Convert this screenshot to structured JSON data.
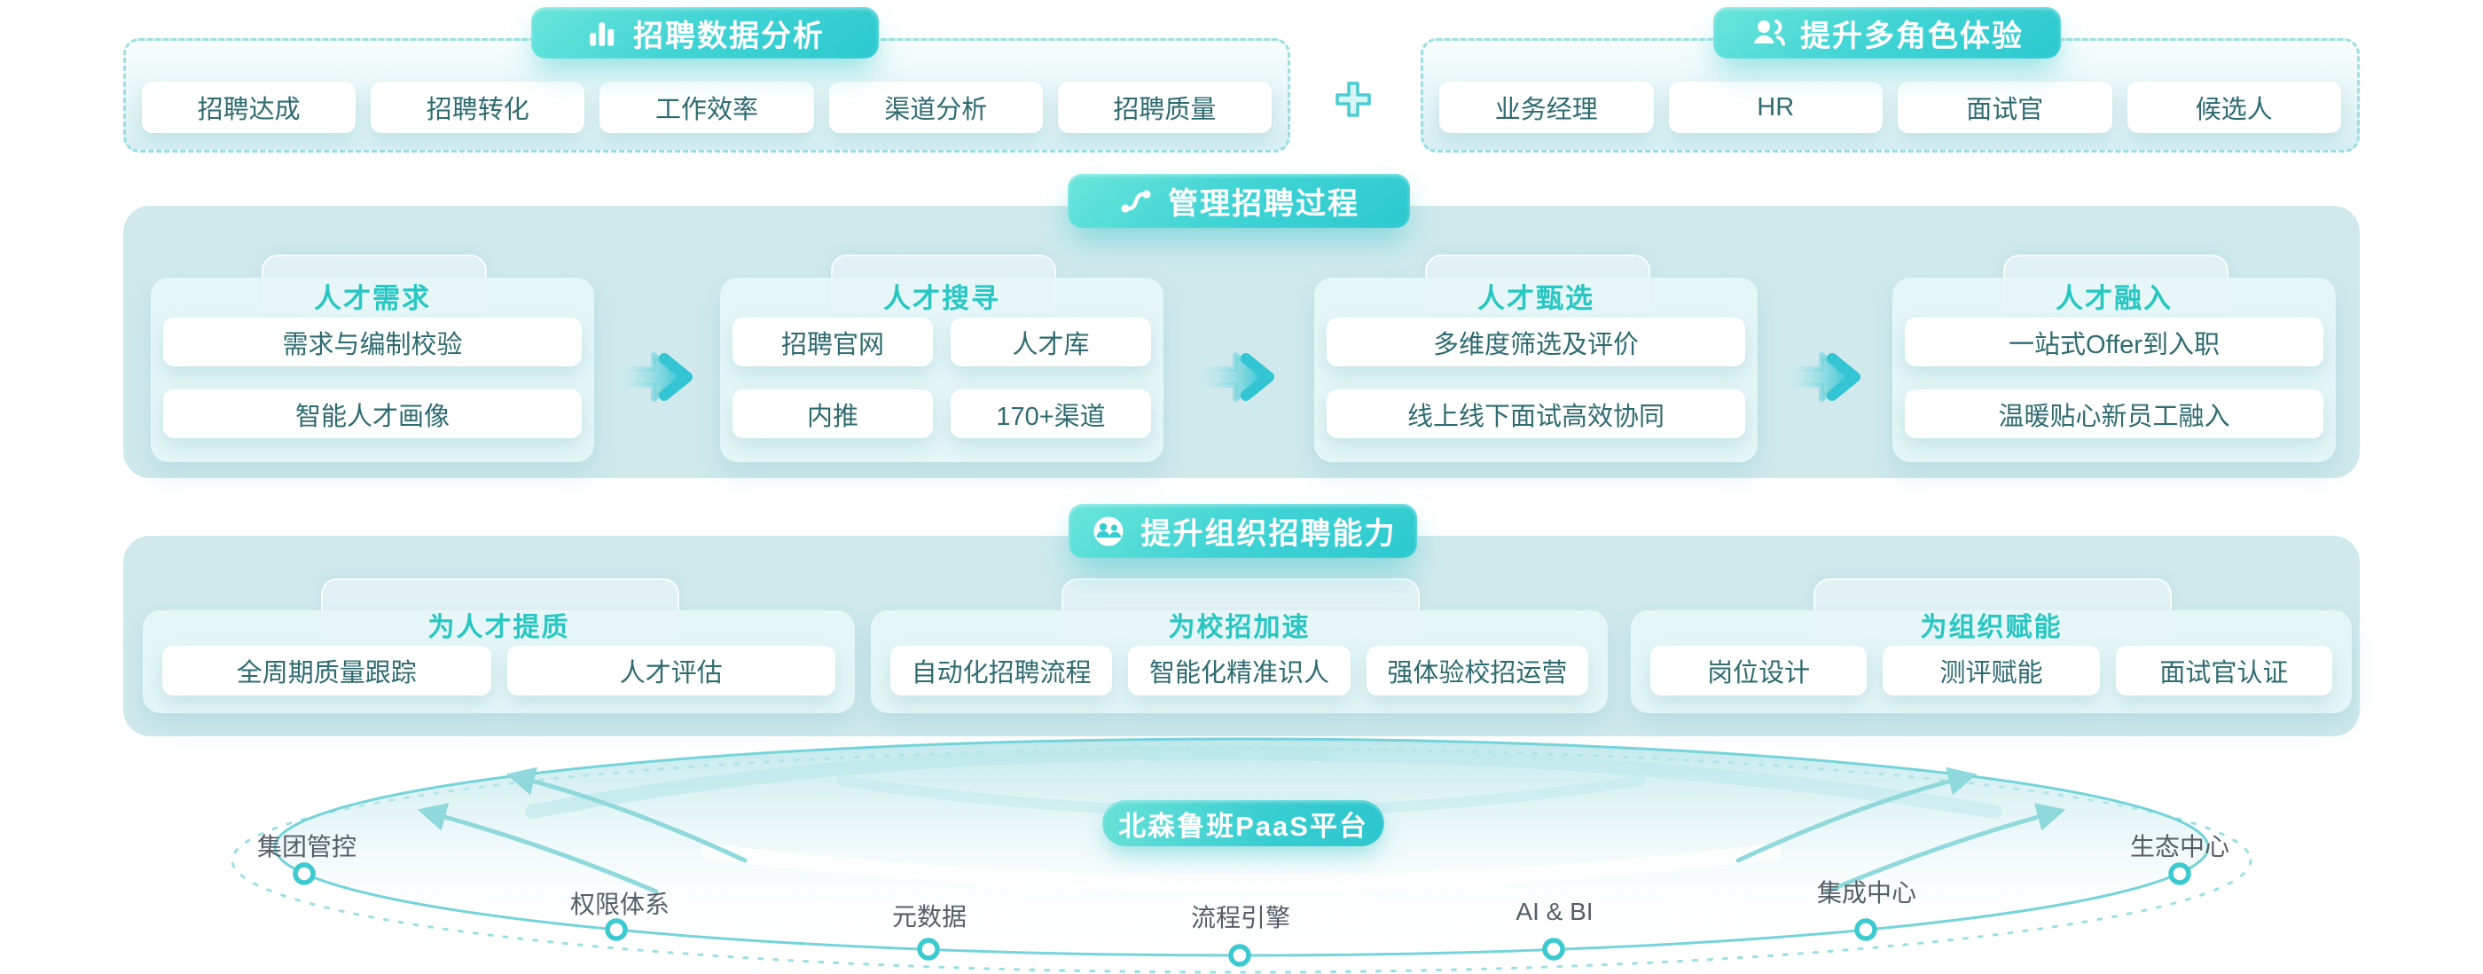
{
  "colors": {
    "pill_teal": "#3ed3d4",
    "band_bg": "#cfe9ec",
    "button_text": "#2e6b70",
    "tab_title": "#29c7c3",
    "node_text": "#565e66",
    "dashed_border": "#9adfe3"
  },
  "icons": {
    "analysis": "bar-chart",
    "experience": "multi-user",
    "process": "flow-route",
    "capability": "org-circle",
    "connector": "plus"
  },
  "top": {
    "analysis": {
      "title": "招聘数据分析",
      "items": [
        "招聘达成",
        "招聘转化",
        "工作效率",
        "渠道分析",
        "招聘质量"
      ]
    },
    "experience": {
      "title": "提升多角色体验",
      "items": [
        "业务经理",
        "HR",
        "面试官",
        "候选人"
      ]
    }
  },
  "process_band": {
    "title": "管理招聘过程",
    "groups": [
      {
        "title": "人才需求",
        "items": [
          "需求与编制校验",
          "智能人才画像"
        ]
      },
      {
        "title": "人才搜寻",
        "items": [
          "招聘官网",
          "人才库",
          "内推",
          "170+渠道"
        ]
      },
      {
        "title": "人才甄选",
        "items": [
          "多维度筛选及评价",
          "线上线下面试高效协同"
        ]
      },
      {
        "title": "人才融入",
        "items": [
          "一站式Offer到入职",
          "温暖贴心新员工融入"
        ]
      }
    ]
  },
  "capability_band": {
    "title": "提升组织招聘能力",
    "groups": [
      {
        "title": "为人才提质",
        "items": [
          "全周期质量跟踪",
          "人才评估"
        ]
      },
      {
        "title": "为校招加速",
        "items": [
          "自动化招聘流程",
          "智能化精准识人",
          "强体验校招运营"
        ]
      },
      {
        "title": "为组织赋能",
        "items": [
          "岗位设计",
          "测评赋能",
          "面试官认证"
        ]
      }
    ]
  },
  "platform": {
    "title": "北森鲁班PaaS平台",
    "nodes": [
      "集团管控",
      "权限体系",
      "元数据",
      "流程引擎",
      "AI & BI",
      "集成中心",
      "生态中心"
    ]
  }
}
